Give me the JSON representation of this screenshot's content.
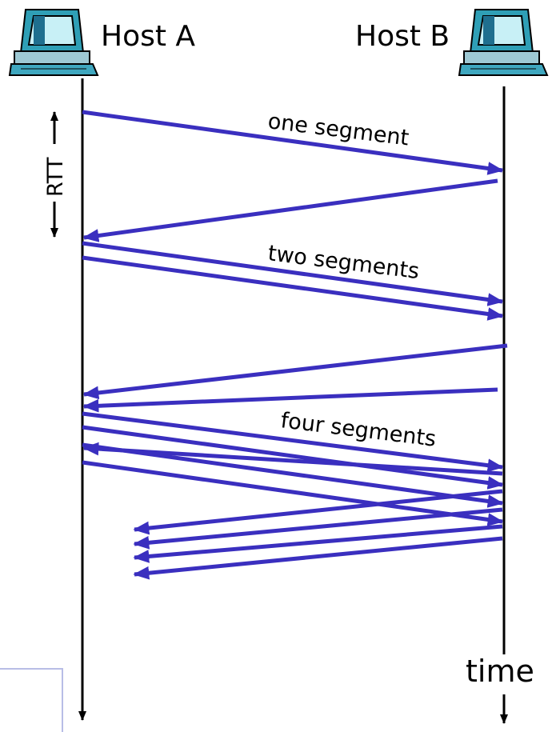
{
  "hosts": {
    "a_label": "Host A",
    "b_label": "Host B",
    "icon": "desktop-computer-icon"
  },
  "rtt_label": "RTT",
  "time_label": "time",
  "rounds": [
    {
      "label": "one segment",
      "segments": 1
    },
    {
      "label": "two segments",
      "segments": 2
    },
    {
      "label": "four segments",
      "segments": 4
    }
  ],
  "colors": {
    "arrow": "#3a2fbf",
    "timeline": "#000000"
  }
}
